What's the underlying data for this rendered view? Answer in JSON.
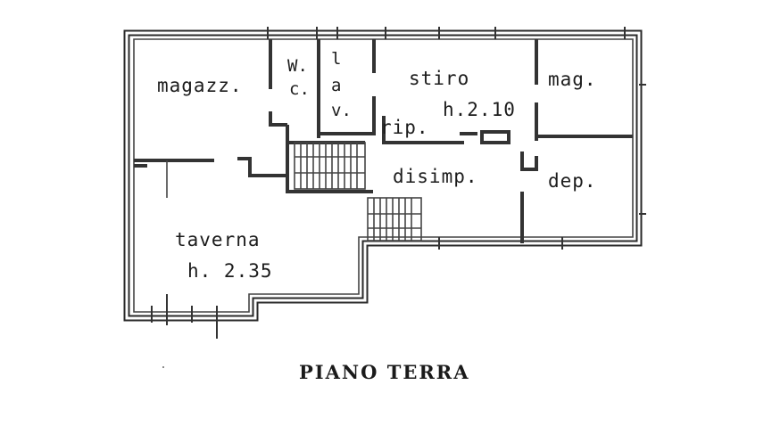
{
  "rooms": {
    "magazz": "magazz.",
    "wc_w": "W.",
    "wc_c": "c.",
    "lav_l": "l",
    "lav_a": "a",
    "lav_v": "v.",
    "stiro": "stiro",
    "stiro_height": "h.2.10",
    "rip": "rip.",
    "mag": "mag.",
    "disimp": "disimp.",
    "dep": "dep.",
    "taverna": "taverna",
    "taverna_height": "h. 2.35"
  },
  "caption": "PIANO TERRA"
}
